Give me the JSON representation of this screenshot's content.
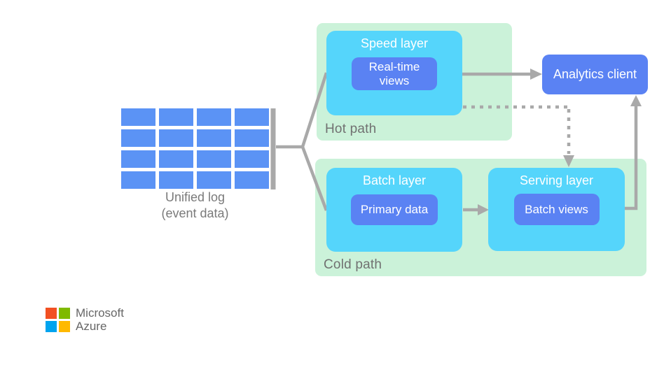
{
  "diagram": {
    "unified_log": {
      "line1": "Unified log",
      "line2": "(event data)"
    },
    "hot_path": {
      "label": "Hot path",
      "layer_title": "Speed layer",
      "view_line1": "Real-time",
      "view_line2": "views"
    },
    "analytics_client": {
      "label": "Analytics client"
    },
    "cold_path": {
      "label": "Cold path",
      "batch_layer_title": "Batch layer",
      "batch_view": "Primary data",
      "serving_layer_title": "Serving layer",
      "serving_view": "Batch views"
    },
    "logo": {
      "line1": "Microsoft",
      "line2": "Azure"
    },
    "colors": {
      "layer_cyan": "#55d5fb",
      "view_blue": "#5a82f3",
      "log_grid_blue": "#5b93f5",
      "path_green": "#cbf2d9",
      "connector_gray": "#a9a9a9",
      "label_gray": "#717171",
      "ms_red": "#f25022",
      "ms_green": "#7fba00",
      "ms_blue": "#00a4ef",
      "ms_yellow": "#ffb900"
    }
  }
}
